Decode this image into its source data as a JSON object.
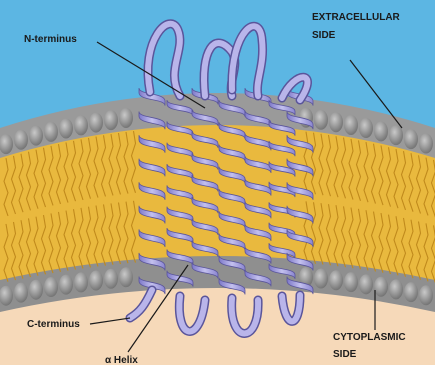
{
  "labels": {
    "n_terminus": "N-terminus",
    "extracellular_line1": "EXTRACELLULAR",
    "extracellular_line2": "SIDE",
    "c_terminus": "C-terminus",
    "helix": "α Helix",
    "cytoplasmic_line1": "CYTOPLASMIC",
    "cytoplasmic_line2": "SIDE"
  },
  "colors": {
    "extracellular": "#5cb6e3",
    "cytoplasm": "#f6d9b9",
    "lipid_head": "#8f8f8f",
    "lipid_tail": "#e9b93e",
    "protein_ribbon": "#a7a3dd",
    "protein_outline": "#5a559b"
  }
}
